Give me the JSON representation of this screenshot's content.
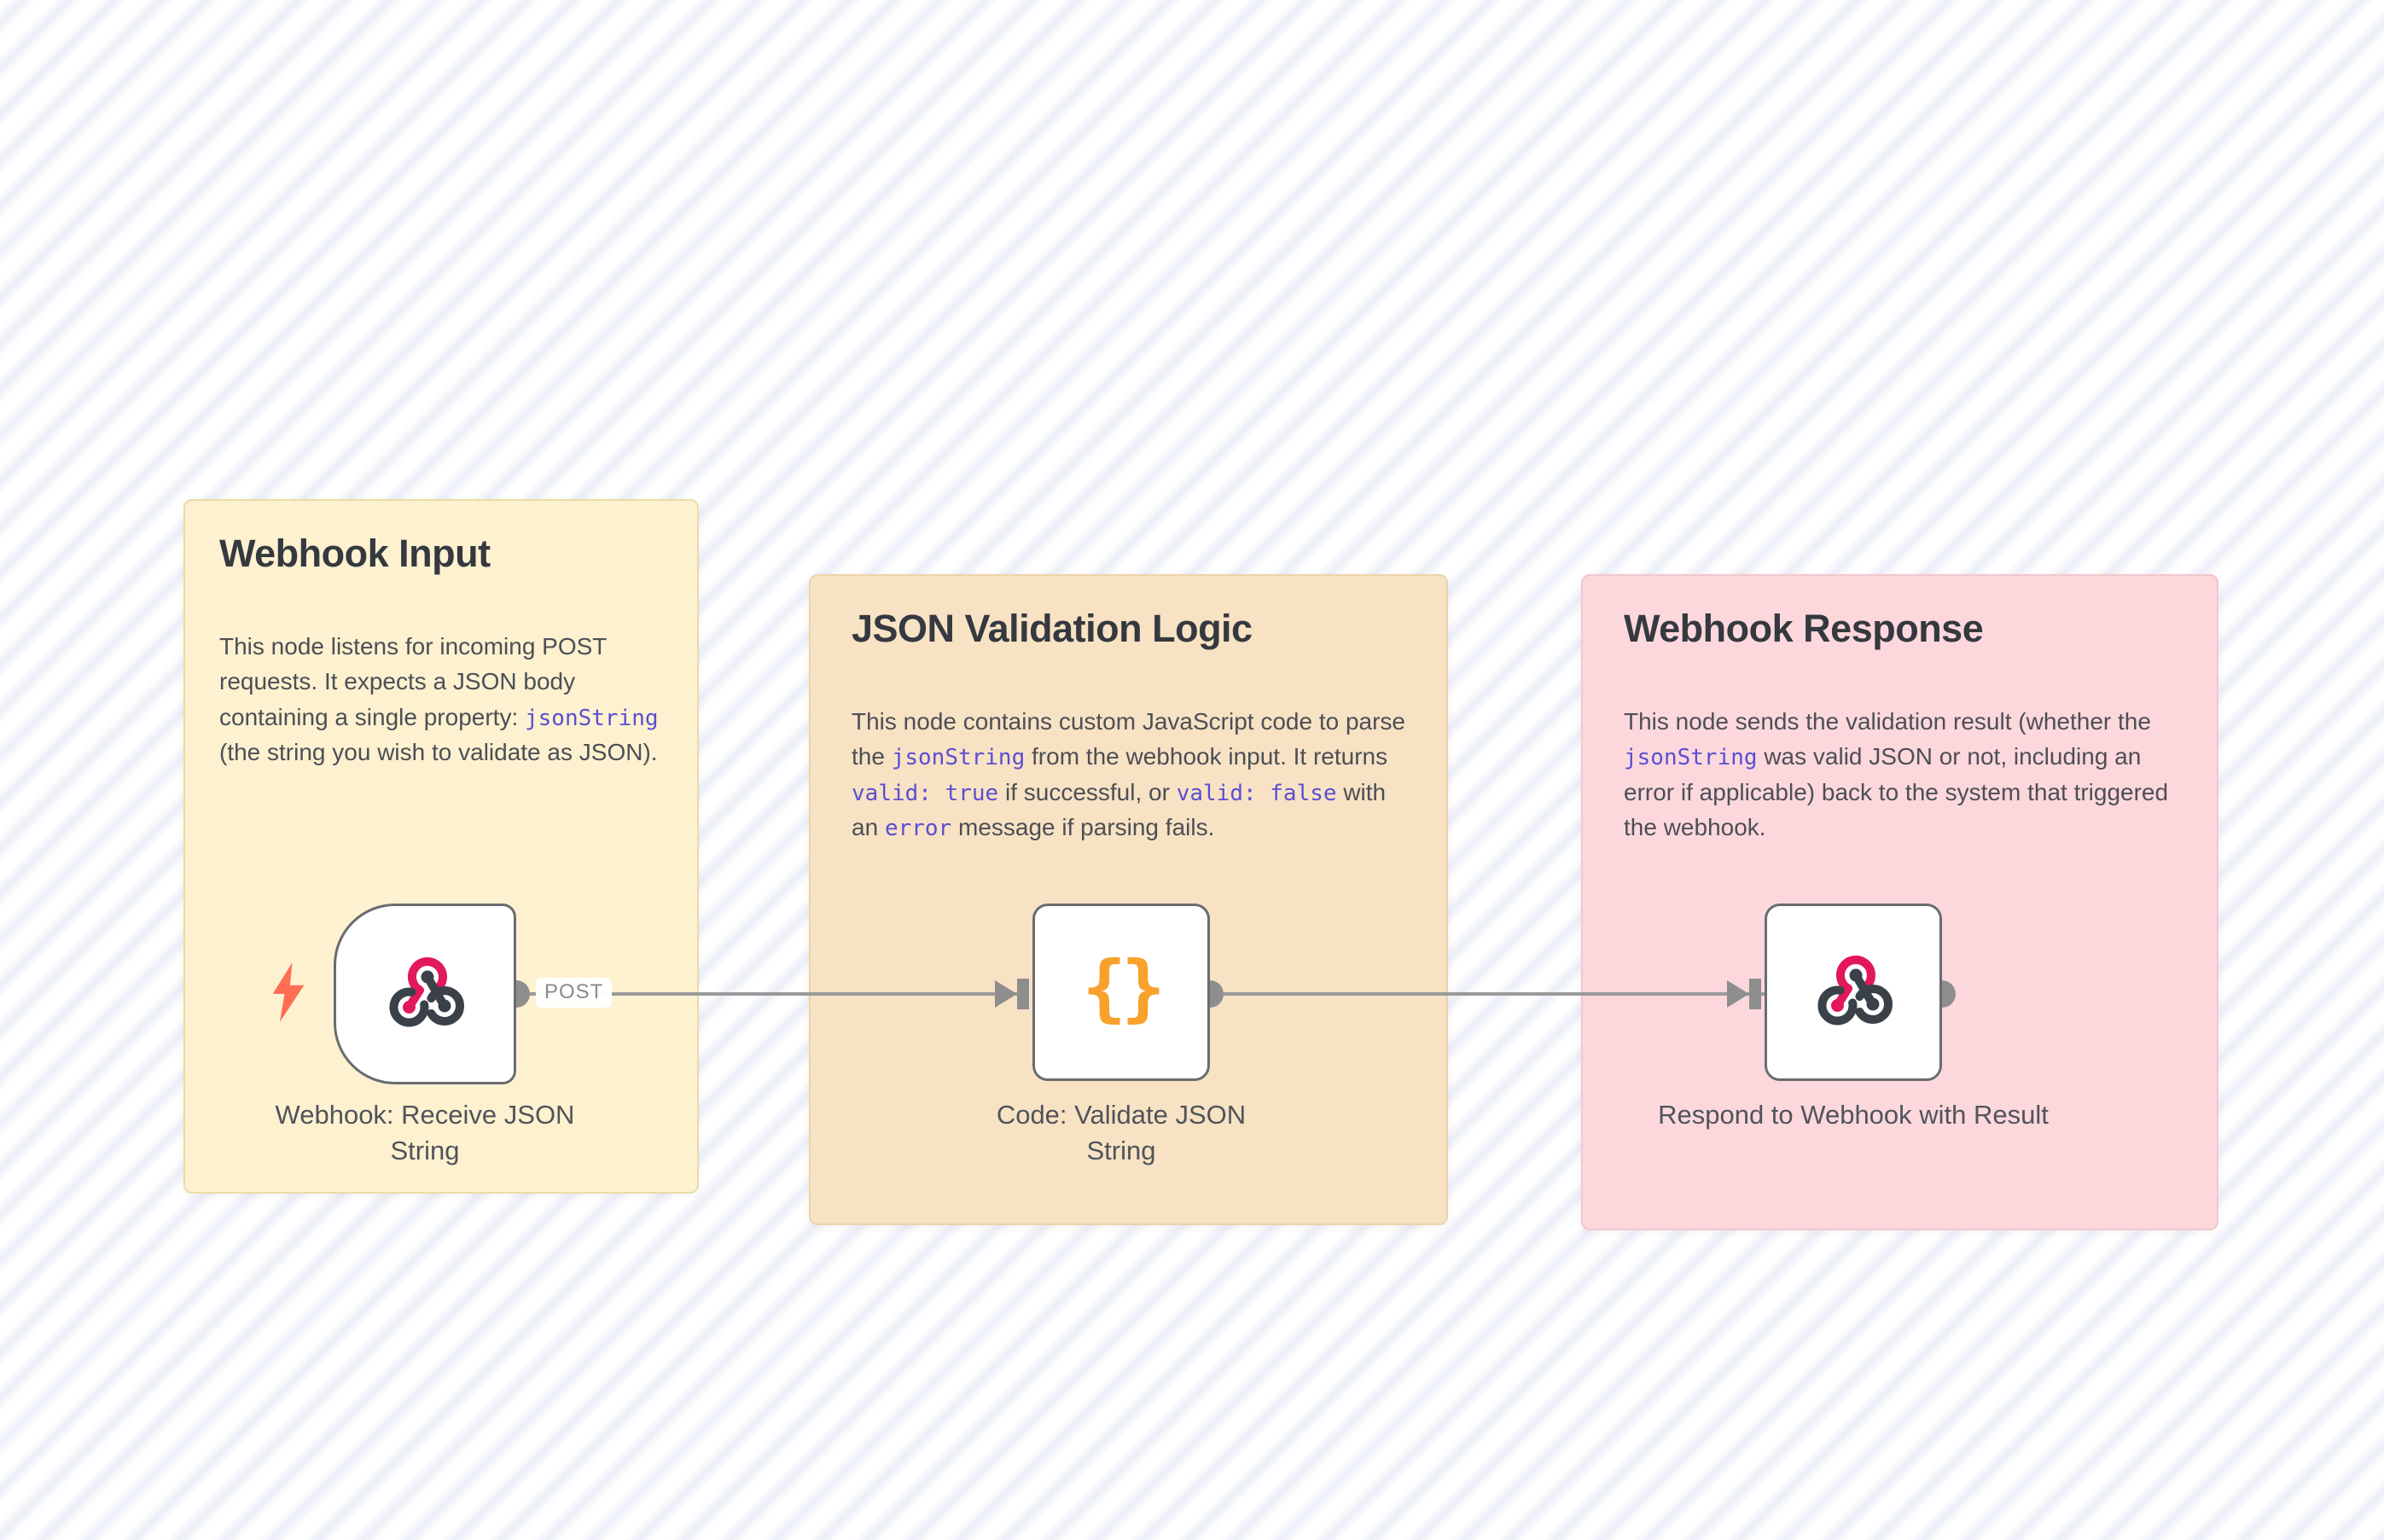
{
  "canvas": {
    "background_stripe_color": "#ECEEF8",
    "connector_color": "#9A9A9A"
  },
  "notes": [
    {
      "title": "Webhook Input",
      "bg": "#FDF1D0",
      "border": "#EBDCA4",
      "body": [
        {
          "t": "This node listens for incoming POST requests. It expects a JSON body containing a single property: "
        },
        {
          "c": "jsonString"
        },
        {
          "t": " (the string you wish to validate as JSON)."
        }
      ]
    },
    {
      "title": "JSON Validation Logic",
      "bg": "#F8E2C4",
      "border": "#EED2A8",
      "body": [
        {
          "t": "This node contains custom JavaScript code to parse the "
        },
        {
          "c": "jsonString"
        },
        {
          "t": " from the webhook input. It returns "
        },
        {
          "c": "valid: true"
        },
        {
          "t": " if successful, or "
        },
        {
          "c": "valid: false"
        },
        {
          "t": " with an "
        },
        {
          "c": "error"
        },
        {
          "t": " message if parsing fails."
        }
      ]
    },
    {
      "title": "Webhook Response",
      "bg": "#FCD8DD",
      "border": "#F2C6CD",
      "body": [
        {
          "t": "This node sends the validation result (whether the "
        },
        {
          "c": "jsonString"
        },
        {
          "t": " was valid JSON or not, including an error if applicable) back to the system that triggered the webhook."
        }
      ]
    }
  ],
  "nodes": [
    {
      "label": "Webhook: Receive JSON String",
      "icon": "webhook-icon",
      "type": "trigger",
      "output_label": "POST"
    },
    {
      "label": "Code: Validate JSON String",
      "icon": "code-braces-icon",
      "type": "code"
    },
    {
      "label": "Respond to Webhook with Result",
      "icon": "webhook-icon",
      "type": "respond"
    }
  ],
  "colors": {
    "code_text": "#5A4FD2",
    "webhook_pink": "#E2175C",
    "webhook_slate": "#3A4149",
    "braces_orange": "#F8A12D",
    "bolt_orange": "#FF6D55",
    "node_border": "#696C70"
  }
}
